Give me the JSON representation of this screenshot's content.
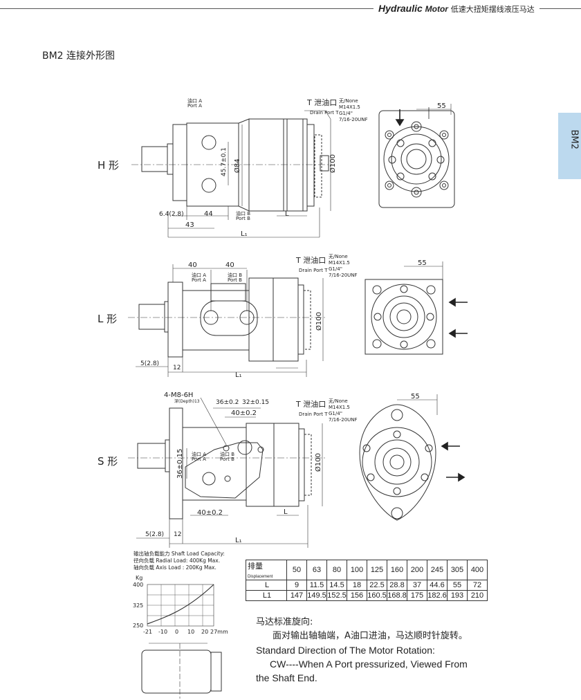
{
  "header": {
    "brand": "Hydraulic",
    "product": "Motor",
    "cn_title": "低速大扭矩摆线液压马达"
  },
  "section_title": "BM2 连接外形图",
  "tab_label": "BM2",
  "shapes": {
    "h": "H 形",
    "l": "L 形",
    "s": "S 形"
  },
  "h_view": {
    "port_a": [
      "油口 A",
      "Port  A"
    ],
    "port_b": [
      "油口 B",
      "Port  B"
    ],
    "drain_cn": "T 泄油口",
    "drain_en": "Drain Port T",
    "drain_opts": [
      "无/None",
      "M14X1.5",
      "G1/4\"",
      "7/16-20UNF"
    ],
    "dims": {
      "d1": "45.7±0.1",
      "d2": "Ø84",
      "d3": "Ø100",
      "d4": "6.4(2.8)",
      "d5": "44",
      "d6": "43",
      "d7": "L",
      "d8": "L₁",
      "d9": "55"
    }
  },
  "l_view": {
    "port_a": [
      "油口 A",
      "Port  A"
    ],
    "port_b": [
      "油口 B",
      "Port  B"
    ],
    "drain_cn": "T 泄油口",
    "drain_en": "Drain Port T",
    "drain_opts": [
      "无/None",
      "M14X1.5",
      "G1/4\"",
      "7/16-20UNF"
    ],
    "dims": {
      "d1": "40",
      "d2": "40",
      "d3": "Ø100",
      "d4": "5(2.8)",
      "d5": "12",
      "d6": "L₁",
      "d7": "55"
    }
  },
  "s_view": {
    "thread": "4-M8-6H",
    "depth": "深(Depth)13",
    "port_a": [
      "油口 A",
      "Port  A"
    ],
    "port_b": [
      "油口 B",
      "Port  B"
    ],
    "drain_cn": "T 泄油口",
    "drain_en": "Drain Port T",
    "drain_opts": [
      "无/None",
      "M14X1.5",
      "G1/4\"",
      "7/16-20UNF"
    ],
    "dims": {
      "d1": "36±0.2",
      "d2": "32±0.15",
      "d3": "40±0.2",
      "d4": "36±0.15",
      "d5": "40±0.2",
      "d6": "Ø100",
      "d7": "5(2.8)",
      "d8": "12",
      "d9": "L₁",
      "d10": "L",
      "d11": "55"
    }
  },
  "load": {
    "title": "输出轴负载能力  Shaft Load Capacity:",
    "radial": "径向负载  Radial Load:  400Kg Max.",
    "axial": "轴向负载  Axis Load :  200Kg Max.",
    "unit_y": "Kg",
    "yticks": [
      "400",
      "325",
      "250"
    ],
    "xticks": [
      "-21",
      "-10",
      "0",
      "10",
      "20",
      "27mm"
    ]
  },
  "table": {
    "col_head_cn": "排量",
    "col_head_en": "Displacement",
    "displacement": [
      "50",
      "63",
      "80",
      "100",
      "125",
      "160",
      "200",
      "245",
      "305",
      "400"
    ],
    "row_l_label": "L",
    "L": [
      "9",
      "11.5",
      "14.5",
      "18",
      "22.5",
      "28.8",
      "37",
      "44.6",
      "55",
      "72"
    ],
    "row_l1_label": "L1",
    "L1": [
      "147",
      "149.5",
      "152.5",
      "156",
      "160.5",
      "168.8",
      "175",
      "182.6",
      "193",
      "210"
    ]
  },
  "rotation": {
    "cn_title": "马达标准旋向:",
    "cn_text": "面对输出轴轴端，A油口进油，马达顺时针旋转。",
    "en_1": "Standard Direction of The Motor Rotation:",
    "en_2": "CW----When A Port pressurized, Viewed From",
    "en_3": "the Shaft End."
  }
}
